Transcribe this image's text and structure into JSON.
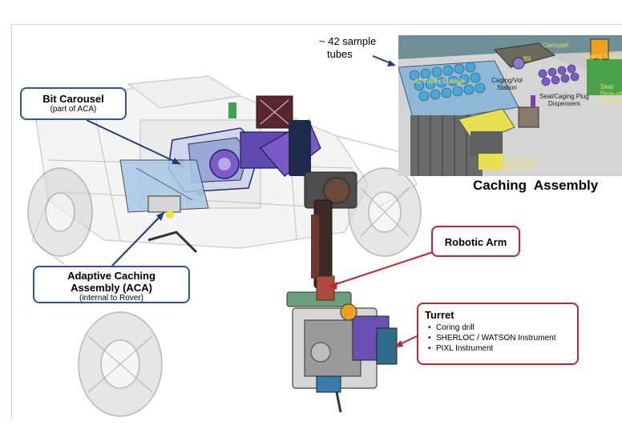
{
  "callouts": {
    "bit_carousel": {
      "title": "Bit Carousel",
      "subtitle": "(part of ACA)"
    },
    "aca": {
      "title_line1": "Adaptive Caching",
      "title_line2": "Assembly (ACA)",
      "subtitle": "(internal to Rover)"
    },
    "robotic_arm": {
      "title": "Robotic Arm"
    },
    "turret": {
      "title": "Turret",
      "items": [
        "Coring drill",
        "SHERLOC / WATSON Instrument",
        "PIXL Instrument"
      ]
    }
  },
  "sample_tubes_note": {
    "line1": "~ 42 sample",
    "line2": "tubes"
  },
  "inset": {
    "caption": "Caching  Assembly",
    "labels": {
      "tubes_storage": "42 Tubes Storage",
      "bit": "Bit",
      "carousel": "Carousel",
      "imaging_station": "Imaging Station",
      "caging_volume_line1": "Caging/Vol",
      "caging_volume_line2": "Station",
      "seal_plug_line1": "Seal/Caging Plug",
      "seal_plug_line2": "Dispensers",
      "seal_drop_line1": "Seal",
      "seal_drop_line2": "Drop-off",
      "seal_drop_line3": "Hidden",
      "handling_arm_line1": "3 DOF Sample",
      "handling_arm_line2": "Handling Arm"
    }
  },
  "colors": {
    "callout_blue": "#2f5597",
    "callout_red": "#c0262c",
    "arrow_blue": "#1f3d7a",
    "arm_dark": "#3d2a26",
    "turret_purple": "#6b4fb5"
  }
}
